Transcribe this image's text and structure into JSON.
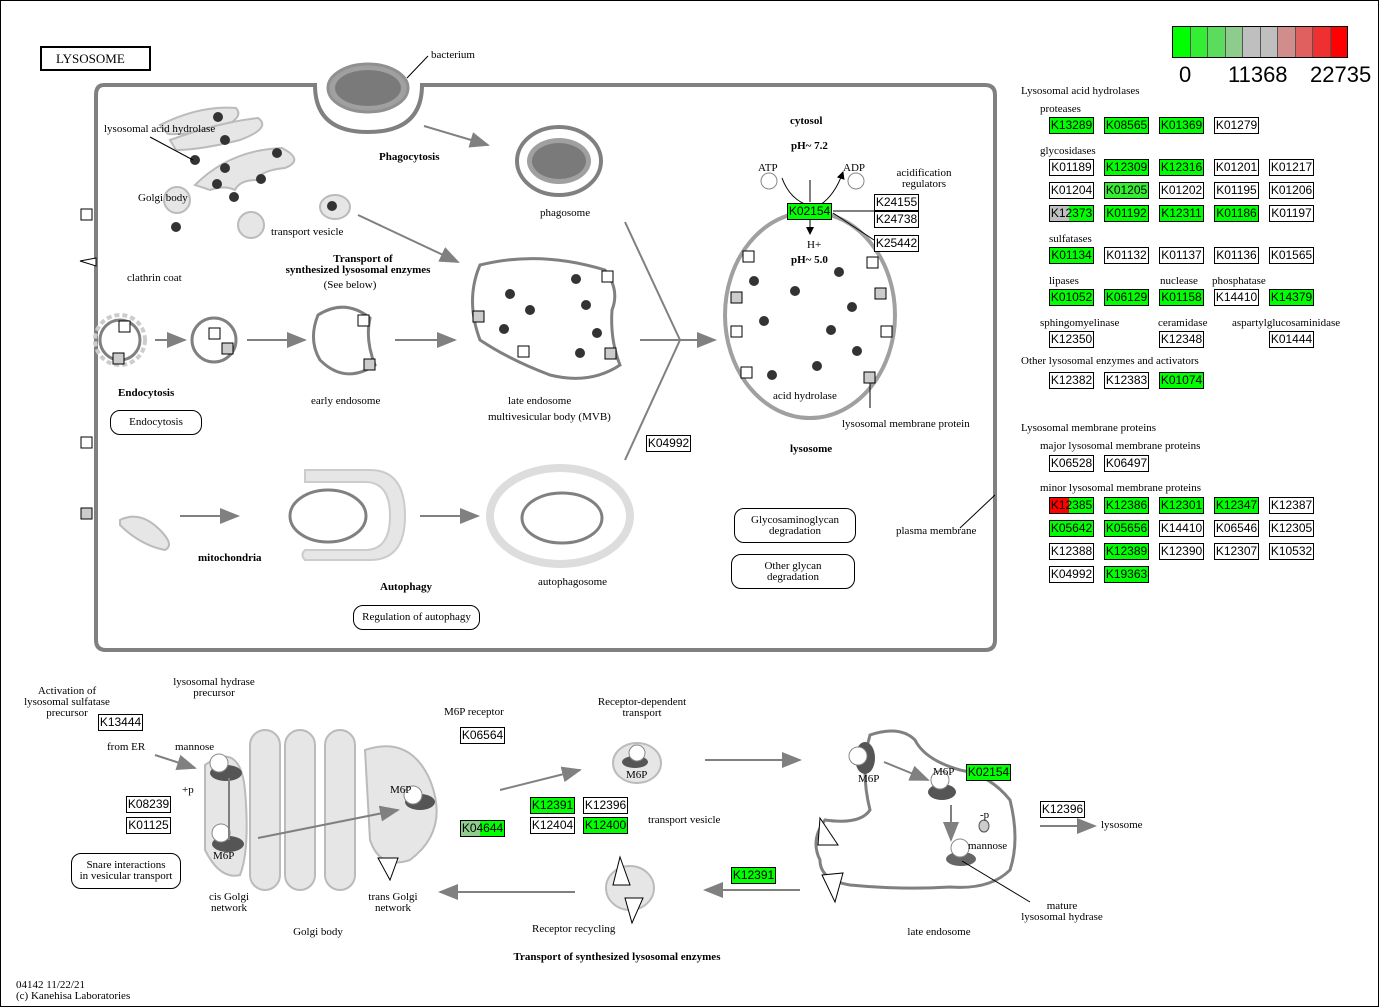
{
  "title": "LYSOSOME",
  "footer": {
    "map_id_date": "04142 11/22/21",
    "copyright": "(c) Kanehisa Laboratories"
  },
  "colors": {
    "up": "#ff0000",
    "mid": "#bfbfbf",
    "down": "#00ff00",
    "membrane": "#808080",
    "organelle_fill": "#e6e6e6"
  },
  "legend": {
    "labels": [
      "0",
      "11368",
      "22735"
    ],
    "swatches": [
      "#00ff00",
      "#33ee33",
      "#5cdc5c",
      "#8ecc8e",
      "#bfbfbf",
      "#bfbfbf",
      "#d18c8c",
      "#e06060",
      "#ef3030",
      "#ff0000"
    ]
  },
  "labels": {
    "bacterium": "bacterium",
    "lysosomal_acid_hydrolase": "lysosomal acid hydrolase",
    "golgi_body": "Golgi body",
    "transport_vesicle": "transport vesicle",
    "phagocytosis": "Phagocytosis",
    "phagosome": "phagosome",
    "transport_of": "Transport of",
    "synthesized_enzymes": "synthesized lysosomal enzymes",
    "see_below": "(See below)",
    "clathrin_coat": "clathrin coat",
    "endocytosis": "Endocytosis",
    "early_endosome": "early endosome",
    "late_endosome": "late endosome",
    "mvb": "multivesicular body (MVB)",
    "cytosol": "cytosol",
    "ph72": "pH~ 7.2",
    "ph50": "pH~ 5.0",
    "atp": "ATP",
    "adp": "ADP",
    "hplus": "H+",
    "acidification_regulators_1": "acidification",
    "acidification_regulators_2": "regulators",
    "acid_hydrolase": "acid  hydrolase",
    "lysosomal_membrane_protein": "lysosomal membrane protein",
    "lysosome": "lysosome",
    "mitochondria": "mitochondria",
    "autophagy": "Autophagy",
    "autophagosome": "autophagosome",
    "plasma_membrane": "plasma membrane",
    "activation_1": "Activation of",
    "activation_2": "lysosomal sulfatase",
    "activation_3": "precursor",
    "hydrase_precursor_1": "lysosomal hydrase",
    "hydrase_precursor_2": "precursor",
    "from_er": "from ER",
    "mannose": "mannose",
    "plus_p": "+p",
    "m6p": "M6P",
    "m6p_receptor": "M6P receptor",
    "cis_golgi_1": "cis Golgi",
    "cis_golgi_2": "network",
    "trans_golgi_1": "trans Golgi",
    "trans_golgi_2": "network",
    "golgi_body_bottom": "Golgi body",
    "receptor_dependent_1": "Receptor-dependent",
    "receptor_dependent_2": "transport",
    "transport_vesicle_2": "transport vesicle",
    "receptor_recycling": "Receptor recycling",
    "transport_bottom": "Transport of synthesized lysosomal enzymes",
    "minus_p": "-p",
    "mature_1": "mature",
    "mature_2": "lysosomal hydrase",
    "late_endosome_bottom": "late endosome",
    "lysosome_arrow": "lysosome"
  },
  "maps": {
    "endocytosis": "Endocytosis",
    "regulation_autophagy": "Regulation of autophagy",
    "glycosaminoglycan_1": "Glycosaminoglycan",
    "glycosaminoglycan_2": "degradation",
    "other_glycan_1": "Other glycan",
    "other_glycan_2": "degradation",
    "snare_1": "Snare interactions",
    "snare_2": "in vesicular transport"
  },
  "panel": {
    "acid_hydrolases": "Lysosomal acid hydrolases",
    "proteases": "proteases",
    "glycosidases": "glycosidases",
    "sulfatases": "sulfatases",
    "lipases": "lipases",
    "nuclease": "nuclease",
    "phosphatase": "phosphatase",
    "sphingomyelinase": "sphingomyelinase",
    "ceramidase": "ceramidase",
    "aspartylglucosaminidase": "aspartylglucosaminidase",
    "other_enzymes": "Other lysosomal enzymes and activators",
    "membrane_proteins": "Lysosomal membrane proteins",
    "major": "major lysosomal membrane proteins",
    "minor": "minor lysosomal membrane proteins"
  },
  "ko_boxes": [
    {
      "id": "K13289",
      "fill": "#00ff00"
    },
    {
      "id": "K08565",
      "fill": "#00ff00"
    },
    {
      "id": "K01369",
      "fill": "#00ff00"
    },
    {
      "id": "K01279",
      "fill": "#ffffff"
    },
    {
      "id": "K01189",
      "fill": "#ffffff"
    },
    {
      "id": "K12309",
      "fill": "#00ff00"
    },
    {
      "id": "K12316",
      "fill": "#00ff00"
    },
    {
      "id": "K01201",
      "fill": "#ffffff"
    },
    {
      "id": "K01217",
      "fill": "#ffffff"
    },
    {
      "id": "K01204",
      "fill": "#ffffff"
    },
    {
      "id": "K01205",
      "fill": "#33ee33"
    },
    {
      "id": "K01202",
      "fill": "#ffffff"
    },
    {
      "id": "K01195",
      "fill": "#ffffff"
    },
    {
      "id": "K01206",
      "fill": "#ffffff"
    },
    {
      "id": "K12373",
      "fill": "#00ff00",
      "split": "#bfbfbf"
    },
    {
      "id": "K01192",
      "fill": "#00ff00"
    },
    {
      "id": "K12311",
      "fill": "#00ff00"
    },
    {
      "id": "K01186",
      "fill": "#00ff00"
    },
    {
      "id": "K01197",
      "fill": "#ffffff"
    },
    {
      "id": "K01134",
      "fill": "#00ff00"
    },
    {
      "id": "K01132",
      "fill": "#ffffff"
    },
    {
      "id": "K01137",
      "fill": "#ffffff"
    },
    {
      "id": "K01136",
      "fill": "#ffffff"
    },
    {
      "id": "K01565",
      "fill": "#ffffff"
    },
    {
      "id": "K01052",
      "fill": "#00ff00"
    },
    {
      "id": "K06129",
      "fill": "#00ff00"
    },
    {
      "id": "K01158",
      "fill": "#00ff00"
    },
    {
      "id": "K14410",
      "fill": "#ffffff"
    },
    {
      "id": "K14379",
      "fill": "#00ff00"
    },
    {
      "id": "K12350",
      "fill": "#ffffff"
    },
    {
      "id": "K12348",
      "fill": "#ffffff"
    },
    {
      "id": "K01444",
      "fill": "#ffffff"
    },
    {
      "id": "K12382",
      "fill": "#ffffff"
    },
    {
      "id": "K12383",
      "fill": "#ffffff"
    },
    {
      "id": "K01074",
      "fill": "#00ff00"
    },
    {
      "id": "K06528",
      "fill": "#ffffff"
    },
    {
      "id": "K06497",
      "fill": "#ffffff"
    },
    {
      "id": "K12385",
      "fill": "#00ff00",
      "split": "#ff0000"
    },
    {
      "id": "K12386",
      "fill": "#00ff00"
    },
    {
      "id": "K12301",
      "fill": "#00ff00"
    },
    {
      "id": "K12347",
      "fill": "#00ff00"
    },
    {
      "id": "K12387",
      "fill": "#ffffff"
    },
    {
      "id": "K05642",
      "fill": "#00ff00"
    },
    {
      "id": "K05656",
      "fill": "#00ff00"
    },
    {
      "id": "K14410",
      "fill": "#ffffff"
    },
    {
      "id": "K06546",
      "fill": "#ffffff"
    },
    {
      "id": "K12305",
      "fill": "#ffffff"
    },
    {
      "id": "K12388",
      "fill": "#ffffff"
    },
    {
      "id": "K12389",
      "fill": "#00ff00"
    },
    {
      "id": "K12390",
      "fill": "#ffffff"
    },
    {
      "id": "K12307",
      "fill": "#ffffff"
    },
    {
      "id": "K10532",
      "fill": "#ffffff"
    },
    {
      "id": "K04992",
      "fill": "#ffffff"
    },
    {
      "id": "K19363",
      "fill": "#00ff00"
    },
    {
      "id": "K02154",
      "fill": "#00ff00"
    },
    {
      "id": "K24155",
      "fill": "#ffffff"
    },
    {
      "id": "K24738",
      "fill": "#ffffff"
    },
    {
      "id": "K25442",
      "fill": "#ffffff"
    },
    {
      "id": "K04992",
      "fill": "#ffffff"
    },
    {
      "id": "K13444",
      "fill": "#ffffff"
    },
    {
      "id": "K08239",
      "fill": "#ffffff"
    },
    {
      "id": "K01125",
      "fill": "#ffffff"
    },
    {
      "id": "K06564",
      "fill": "#ffffff"
    },
    {
      "id": "K04644",
      "fill": "#00ff00",
      "split": "#8ecc8e"
    },
    {
      "id": "K12391",
      "fill": "#00ff00"
    },
    {
      "id": "K12396",
      "fill": "#ffffff"
    },
    {
      "id": "K12404",
      "fill": "#ffffff"
    },
    {
      "id": "K12400",
      "fill": "#00ff00"
    },
    {
      "id": "K12391",
      "fill": "#00ff00"
    },
    {
      "id": "K02154",
      "fill": "#00ff00"
    },
    {
      "id": "K12396",
      "fill": "#ffffff"
    }
  ]
}
